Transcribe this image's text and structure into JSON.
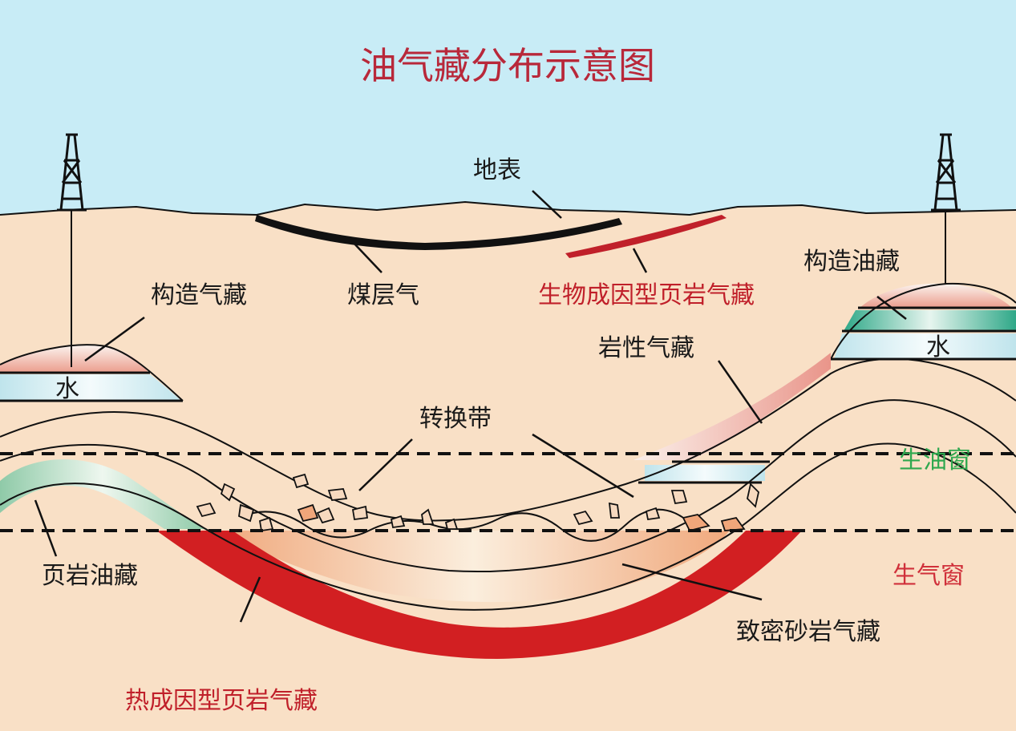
{
  "title": "油气藏分布示意图",
  "labels": {
    "surface": "地表",
    "coalbed_gas": "煤层气",
    "biogenic_shale_gas": "生物成因型页岩气藏",
    "structural_gas_left": "构造气藏",
    "structural_oil_right": "构造油藏",
    "water_left": "水",
    "water_right": "水",
    "lithologic_gas": "岩性气藏",
    "transition_zone": "转换带",
    "oil_window": "生油窗",
    "gas_window": "生气窗",
    "shale_oil": "页岩油藏",
    "tight_sand_gas": "致密砂岩气藏",
    "thermogenic_shale_gas": "热成因型页岩气藏"
  },
  "colors": {
    "sky": "#c8ecf6",
    "ground": "#f9e0c6",
    "title": "#b8283a",
    "text_dark": "#1a1a1a",
    "text_red": "#c0202a",
    "oil_window": "#2fa84f",
    "gas_window": "#d0303a",
    "shale_red": "#d21f22",
    "water": "#d6eef2",
    "oil_green": "#3fb59a"
  },
  "icons": [
    "derrick-left-icon",
    "derrick-right-icon"
  ]
}
